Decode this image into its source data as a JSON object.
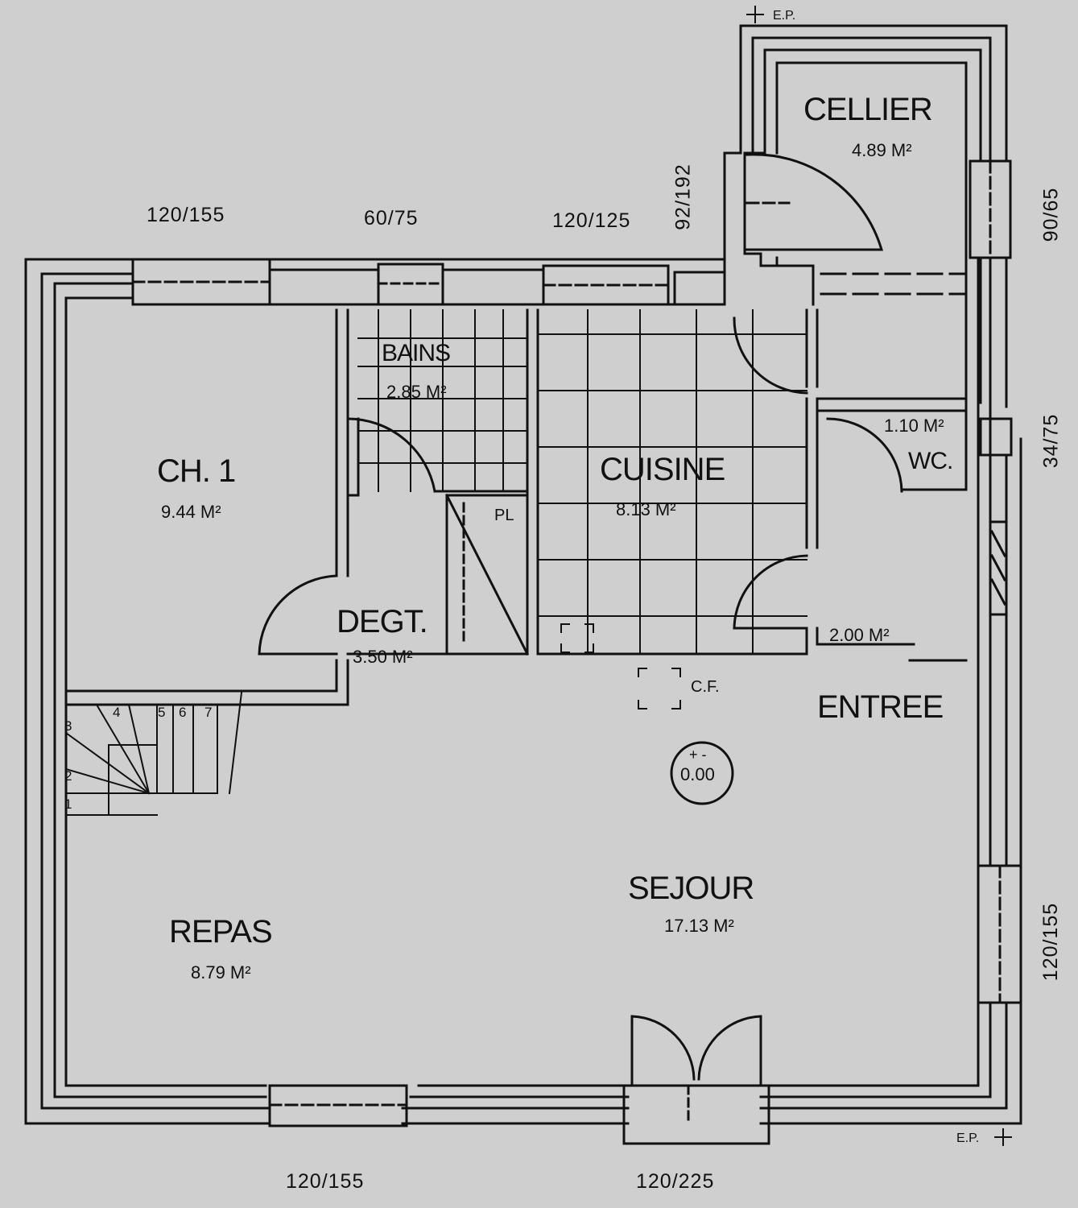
{
  "rooms": {
    "cellier": {
      "name": "CELLIER",
      "area": "4.89 M²"
    },
    "bains": {
      "name": "BAINS",
      "area": "2.85 M²"
    },
    "ch1": {
      "name": "CH. 1",
      "area": "9.44 M²"
    },
    "cuisine": {
      "name": "CUISINE",
      "area": "8.13 M²"
    },
    "wc": {
      "name": "WC.",
      "area": "1.10 M²"
    },
    "degt": {
      "name": "DEGT.",
      "area": "3.50 M²"
    },
    "entree": {
      "name": "ENTREE",
      "area": "2.00 M²"
    },
    "sejour": {
      "name": "SEJOUR",
      "area": "17.13 M²"
    },
    "repas": {
      "name": "REPAS",
      "area": "8.79 M²"
    }
  },
  "labels": {
    "pl": "PL",
    "cf": "C.F.",
    "ep_top": "E.P.",
    "ep_bottom": "E.P.",
    "level_sign": "+ -",
    "level_value": "0.00"
  },
  "dimensions": {
    "top_1": "120/155",
    "top_2": "60/75",
    "top_3": "120/125",
    "cellier_left": "92/192",
    "right_1": "90/65",
    "right_2": "34/75",
    "right_3": "120/155",
    "bottom_1": "120/155",
    "bottom_2": "120/225"
  },
  "stairs": {
    "steps": [
      "1",
      "2",
      "3",
      "4",
      "5",
      "6",
      "7"
    ]
  }
}
